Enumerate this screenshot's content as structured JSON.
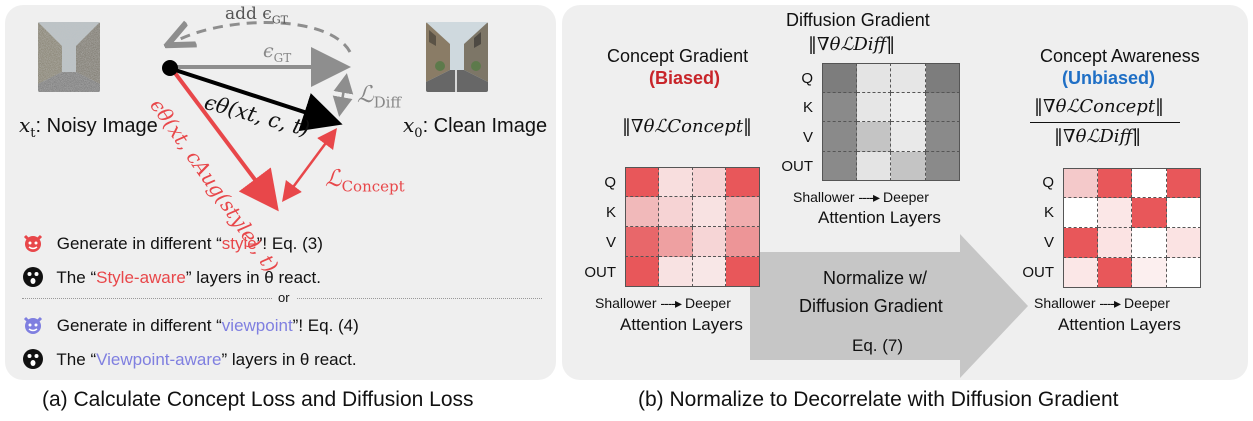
{
  "panel_a": {
    "noisy_label_sym": "x",
    "noisy_label_sub": "t",
    "noisy_label_text": ": Noisy Image",
    "clean_label_sym": "x",
    "clean_label_sub": "0",
    "clean_label_text": ": Clean Image",
    "add_eps_label": "add ϵ",
    "add_eps_sub": "GT",
    "eps_gt_label": "ϵ",
    "eps_gt_sub": "GT",
    "eps_theta_label": "ϵθ(xt, c, t)",
    "l_diff_label": "ℒ",
    "l_diff_sub": "Diff",
    "l_concept_label": "ℒ",
    "l_concept_sub": "Concept",
    "red_arrow_label": "ϵθ(xt, cAug(style), t)",
    "lines": [
      {
        "prefix": "Generate in different “",
        "highlight": "style",
        "suffix": "”!  Eq. (3)"
      },
      {
        "prefix": "The “",
        "highlight": "Style-aware",
        "suffix": "” layers in θ react."
      },
      {
        "prefix": "Generate in different “",
        "highlight": "viewpoint",
        "suffix": "”!  Eq. (4)"
      },
      {
        "prefix": "The “",
        "highlight": "Viewpoint-aware",
        "suffix": "” layers in θ react."
      }
    ],
    "or_label": "or",
    "caption": "(a) Calculate Concept Loss and Diffusion Loss"
  },
  "panel_b": {
    "concept_title": "Concept Gradient",
    "concept_tag": "(Biased)",
    "concept_formula": "‖∇θℒConcept‖",
    "diff_title": "Diffusion Gradient",
    "diff_formula": "‖∇θℒDiff‖",
    "aware_title": "Concept Awareness",
    "aware_tag": "(Unbiased)",
    "aware_num": "‖∇θℒConcept‖",
    "aware_den": "‖∇θℒDiff‖",
    "row_labels": [
      "Q",
      "K",
      "V",
      "OUT"
    ],
    "axis_shallow": "Shallower",
    "axis_deep": "Deeper",
    "axis_title": "Attention Layers",
    "arrow_line1": "Normalize w/",
    "arrow_line2": "Diffusion Gradient",
    "eq_label": "Eq. (7)",
    "caption": "(b) Normalize to Decorrelate with Diffusion Gradient"
  },
  "colors": {
    "red": "#e8474a",
    "blue_text": "#1f6fc5",
    "violet_text": "#7f7fe0",
    "gray_arrow": "#8e8e8e",
    "concept_grid": [
      [
        "#e8575a",
        "#f8dede",
        "#f6d3d4",
        "#e8575a"
      ],
      [
        "#f1b9ba",
        "#f6d3d4",
        "#f8e2e2",
        "#f0adae"
      ],
      [
        "#e8676a",
        "#eea0a1",
        "#f6d5d6",
        "#ed9597"
      ],
      [
        "#e8575a",
        "#f8e2e2",
        "#f8e7e7",
        "#e8575a"
      ]
    ],
    "diff_grid": [
      [
        "#7d7d7d",
        "#e4e4e4",
        "#e6e6e6",
        "#7d7d7d"
      ],
      [
        "#8a8a8a",
        "#e6e6e6",
        "#eeeeee",
        "#8a8a8a"
      ],
      [
        "#8a8a8a",
        "#c4c4c4",
        "#e9e9e9",
        "#8a8a8a"
      ],
      [
        "#8a8a8a",
        "#e4e4e4",
        "#c4c4c4",
        "#8a8a8a"
      ]
    ],
    "aware_grid": [
      [
        "#f4c9ca",
        "#e8575a",
        "#ffffff",
        "#e8575a"
      ],
      [
        "#ffffff",
        "#fbe7e7",
        "#e8575a",
        "#ffffff"
      ],
      [
        "#e8575a",
        "#fbe3e3",
        "#ffffff",
        "#fbe3e3"
      ],
      [
        "#fbe7e7",
        "#e8575a",
        "#fcefef",
        "#ffffff"
      ]
    ]
  }
}
